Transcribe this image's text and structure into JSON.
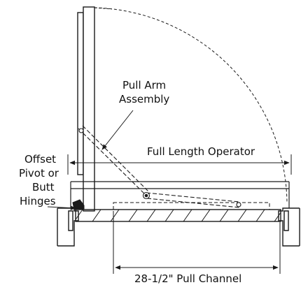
{
  "labels": {
    "pull_arm_line1": "Pull Arm",
    "pull_arm_line2": "Assembly",
    "operator": "Full Length Operator",
    "hinge_line1": "Offset",
    "hinge_line2": "Pivot or",
    "hinge_line3": "Butt",
    "hinge_line4": "Hinges",
    "channel": "28-1/2\" Pull Channel"
  },
  "colors": {
    "stroke": "#1a1a1a",
    "background": "#ffffff"
  }
}
